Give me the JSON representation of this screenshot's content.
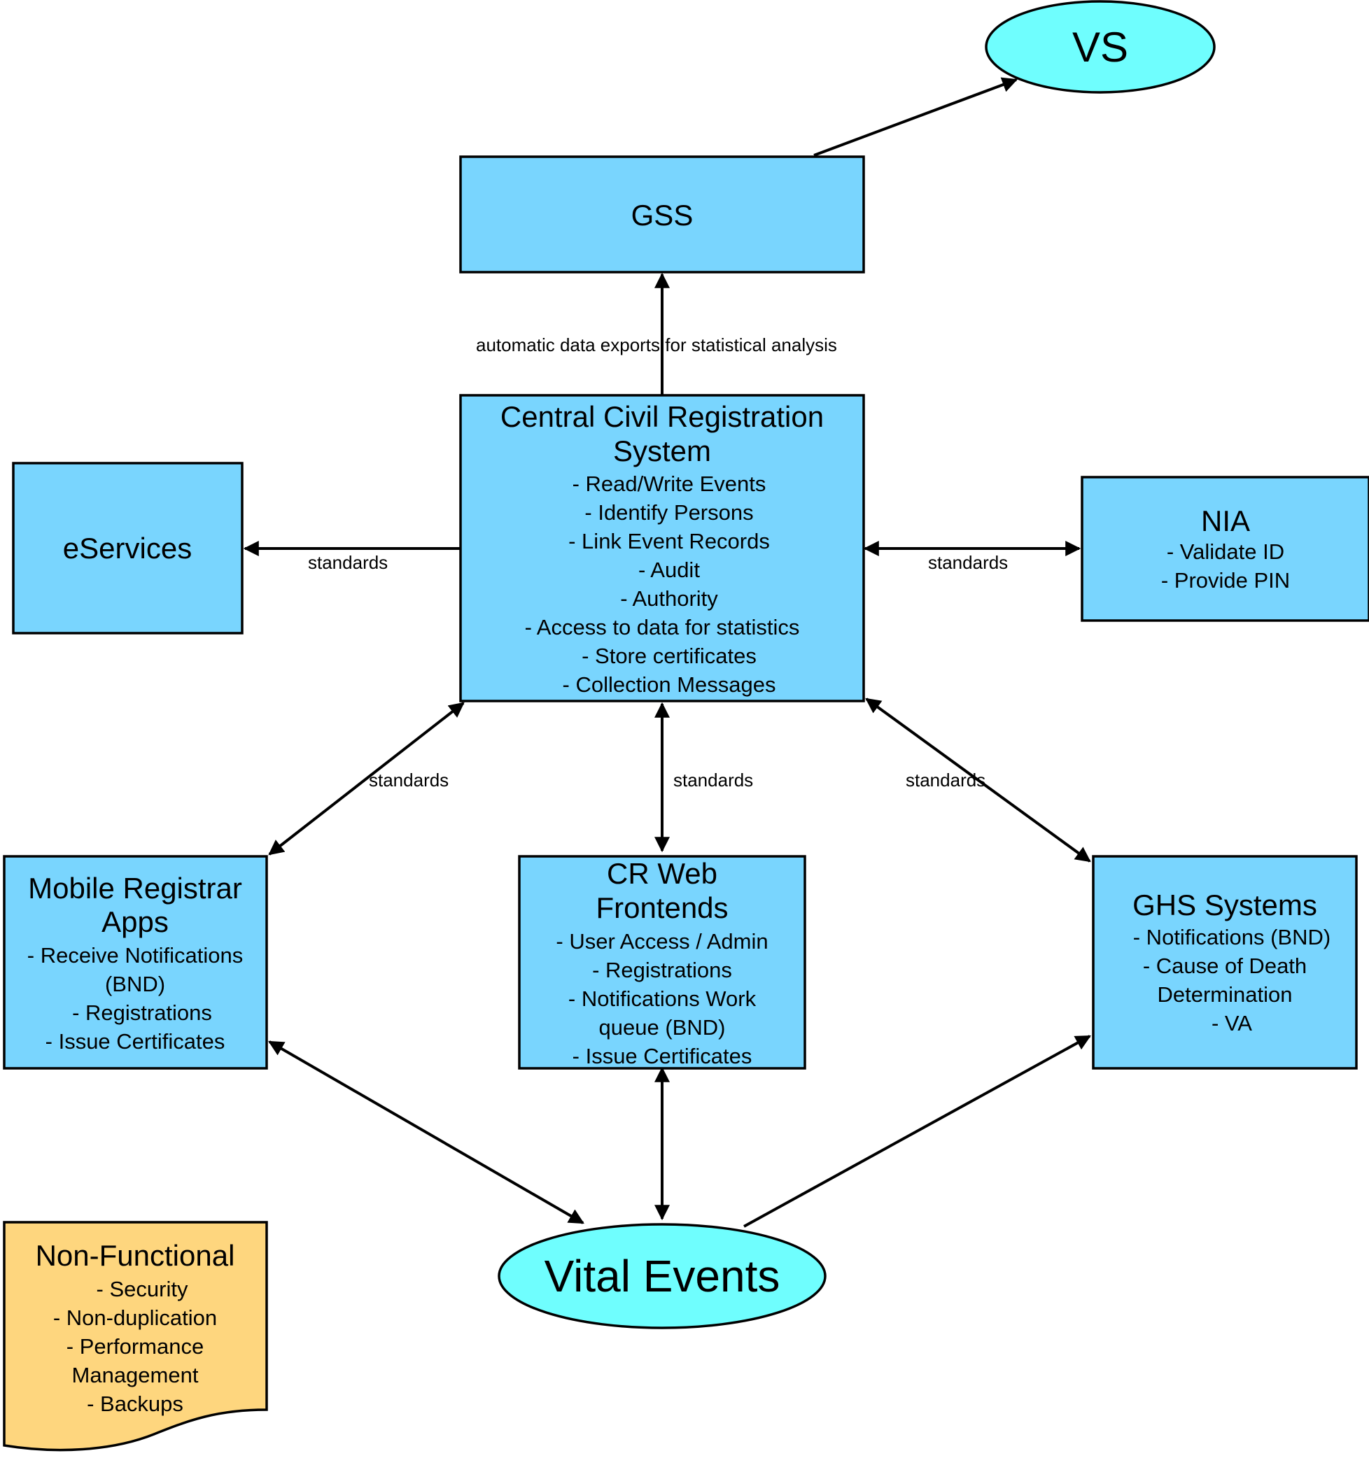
{
  "nodes": {
    "vs": {
      "title": "VS"
    },
    "gss": {
      "title": "GSS"
    },
    "ccrs": {
      "title_lines": [
        "Central Civil Registration",
        "System"
      ],
      "items": [
        "- Read/Write Events",
        "- Identify Persons",
        "- Link Event Records",
        "- Audit",
        "- Authority",
        "- Access to data for statistics",
        "- Store certificates",
        "- Collection Messages"
      ]
    },
    "eservices": {
      "title": "eServices"
    },
    "nia": {
      "title": "NIA",
      "items": [
        "- Validate ID",
        "- Provide PIN"
      ]
    },
    "mobile": {
      "title_lines": [
        "Mobile Registrar",
        "Apps"
      ],
      "items": [
        "- Receive Notifications",
        "(BND)",
        "- Registrations",
        "- Issue Certificates"
      ]
    },
    "crweb": {
      "title_lines": [
        "CR Web",
        "Frontends"
      ],
      "items": [
        "- User Access / Admin",
        "- Registrations",
        "- Notifications Work",
        "queue (BND)",
        "- Issue Certificates"
      ]
    },
    "ghs": {
      "title": "GHS Systems",
      "items": [
        "- Notifications (BND)",
        "- Cause of Death",
        "Determination",
        "- VA"
      ]
    },
    "vital": {
      "title": "Vital Events"
    },
    "nonfunctional": {
      "title": "Non-Functional",
      "items": [
        "- Security",
        "- Non-duplication",
        "- Performance",
        "Management",
        "- Backups"
      ]
    }
  },
  "edges": {
    "export_label": "automatic data exports for statistical analysis",
    "eservices_label": "standards",
    "nia_label": "standards",
    "mobile_label": "standards",
    "crweb_label": "standards",
    "ghs_label": "standards"
  }
}
